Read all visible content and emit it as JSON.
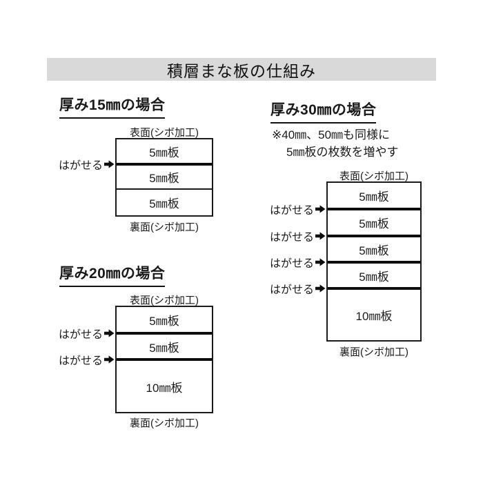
{
  "banner": {
    "title": "積層まな板の仕組み"
  },
  "labels": {
    "peel": "はがせる",
    "surface": "表面(シボ加工)",
    "back": "裏面(シボ加工)"
  },
  "sections": {
    "s15": {
      "heading": "厚み15㎜の場合",
      "layers": [
        "5㎜板",
        "5㎜板",
        "5㎜板"
      ]
    },
    "s20": {
      "heading": "厚み20㎜の場合",
      "layers": [
        "5㎜板",
        "5㎜板",
        "10㎜板"
      ]
    },
    "s30": {
      "heading": "厚み30㎜の場合",
      "note_lines": [
        "※40㎜、50㎜も同様に",
        "5㎜板の枚数を増やす"
      ],
      "layers": [
        "5㎜板",
        "5㎜板",
        "5㎜板",
        "5㎜板",
        "10㎜板"
      ]
    }
  },
  "colors": {
    "background": "#ffffff",
    "banner_bg": "#d9d9d9",
    "text": "#1a1a1a",
    "line": "#0d0d0d"
  }
}
